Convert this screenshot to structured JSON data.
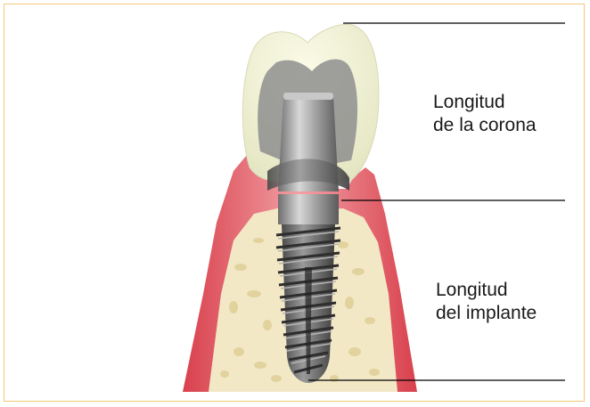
{
  "labels": {
    "crown": {
      "line1": "Longitud",
      "line2": "de la corona"
    },
    "implant": {
      "line1": "Longitud",
      "line2": "del implante"
    }
  },
  "colors": {
    "frame_border": "#f3c87a",
    "gum": "#e0505a",
    "gum_light": "#f3a9ad",
    "bone": "#f3e8c6",
    "bone_pores": "#e6d7a8",
    "crown": "#f1f1d4",
    "implant_metal": "#8c8c8c",
    "measure_lines": "#000000"
  }
}
